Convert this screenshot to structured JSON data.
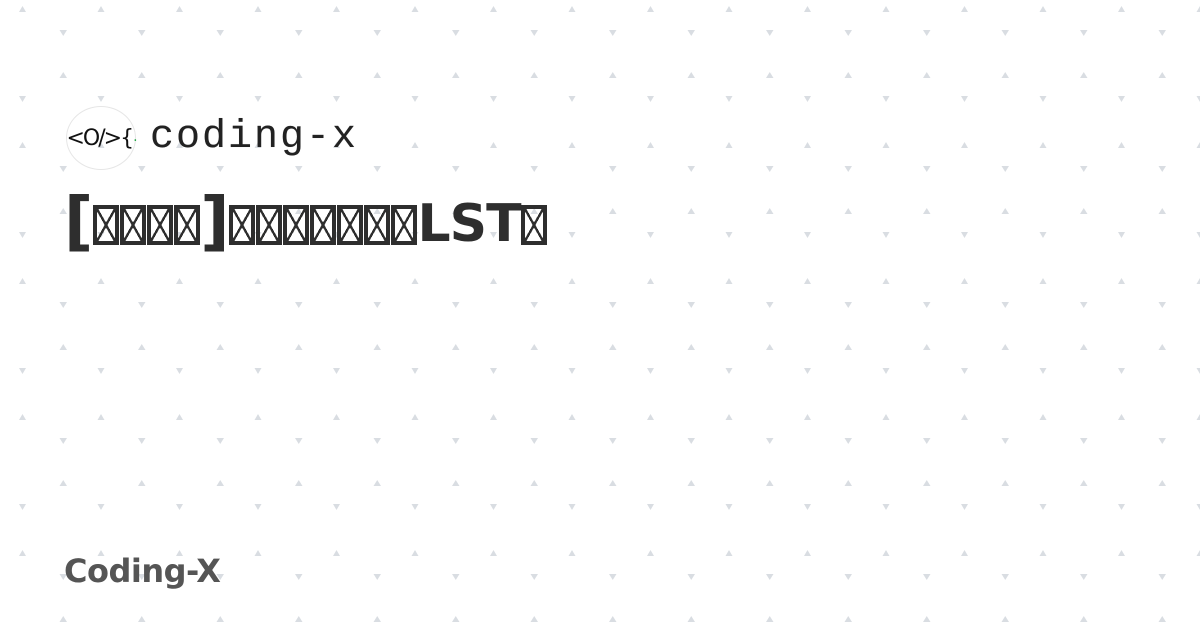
{
  "logo": {
    "mark_text": "<O/>{",
    "mark_dot": "·",
    "wordmark": "coding-x"
  },
  "title": {
    "open_bracket": "[",
    "bracket_tofu_count": 4,
    "close_bracket": "]",
    "pre_tofu_count": 7,
    "latin": "LST",
    "post_tofu_count": 1
  },
  "footer": {
    "brand": "Coding-X"
  },
  "colors": {
    "background": "#ffffff",
    "pattern": "#d9dde2",
    "title": "#2e2e2e",
    "footer": "#555555",
    "logo_dot": "#2aa84a"
  }
}
